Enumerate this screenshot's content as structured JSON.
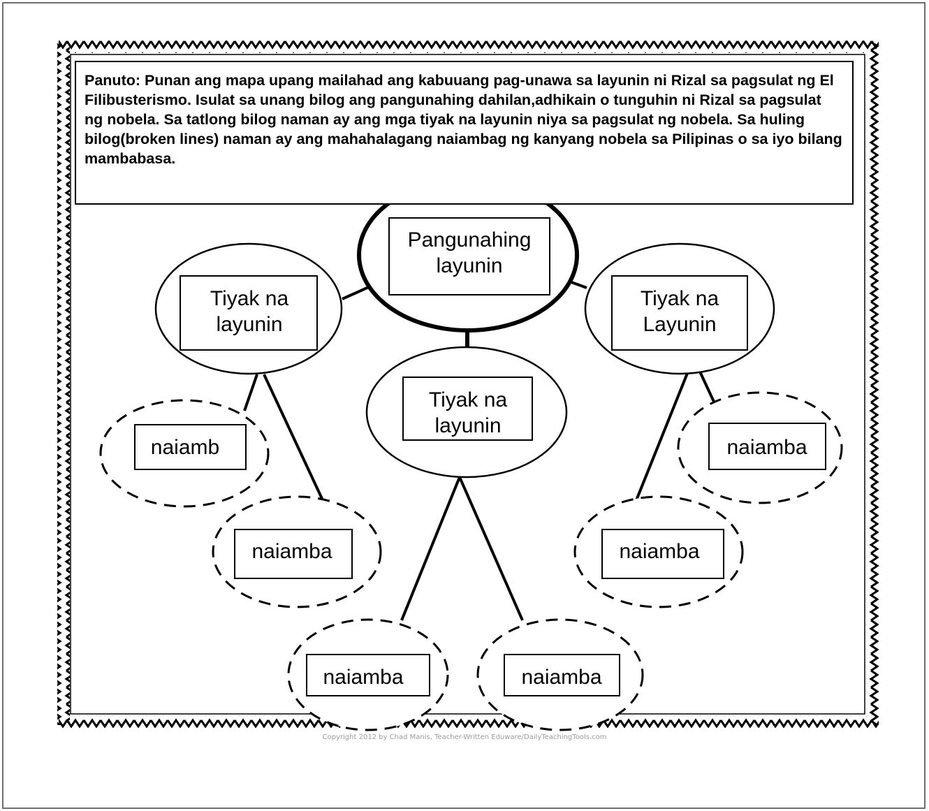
{
  "instructions": "Panuto: Punan ang mapa upang mailahad ang kabuuang pag-unawa sa layunin ni Rizal sa pagsulat ng El Filibusterismo.  Isulat sa unang bilog ang pangunahing dahilan,adhikain o tunguhin ni Rizal sa pagsulat ng nobela. Sa tatlong bilog naman ay ang mga tiyak na layunin niya sa pagsulat ng nobela. Sa huling bilog(broken lines) naman ay ang mahahalagang naiambag ng kanyang nobela sa Pilipinas o sa iyo bilang mambabasa.",
  "nodes": {
    "main": {
      "line1": "Pangunahing",
      "line2": "layunin"
    },
    "left": {
      "line1": "Tiyak na",
      "line2": "layunin"
    },
    "center": {
      "line1": "Tiyak na",
      "line2": "layunin"
    },
    "right": {
      "line1": "Tiyak na",
      "line2": "Layunin"
    }
  },
  "contributions": {
    "left_top": "naiamb",
    "left_bottom": "naiamba",
    "center_left": "naiamba",
    "center_right": "naiamba",
    "right_bottom": "naiamba",
    "right_top": "naiamba"
  },
  "copyright": "Copyright 2012 by Chad Manis, Teacher-Written Eduware/DailyTeachingTools.com",
  "colors": {
    "ink": "#000000",
    "frame": "#6f6f6f",
    "copyright": "#9a9a9a"
  }
}
